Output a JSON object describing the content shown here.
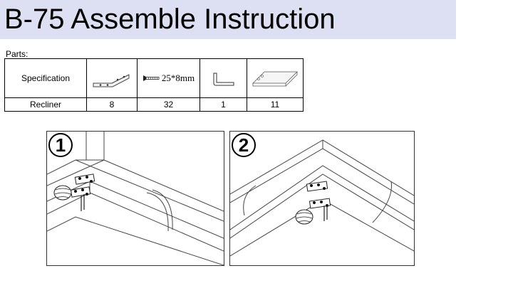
{
  "header": {
    "title": "B-75 Assemble Instruction",
    "background": "#dde0f2"
  },
  "parts": {
    "label": "Parts:",
    "header_label": "Specification",
    "screw_label": "25*8mm",
    "row": {
      "name": "Recliner",
      "quantities": [
        "8",
        "32",
        "1",
        "11"
      ]
    },
    "icons": [
      "corner-bracket-icon",
      "screw-icon",
      "hex-key-icon",
      "recliner-slat-icon"
    ]
  },
  "steps": [
    {
      "number": "1"
    },
    {
      "number": "2"
    }
  ]
}
